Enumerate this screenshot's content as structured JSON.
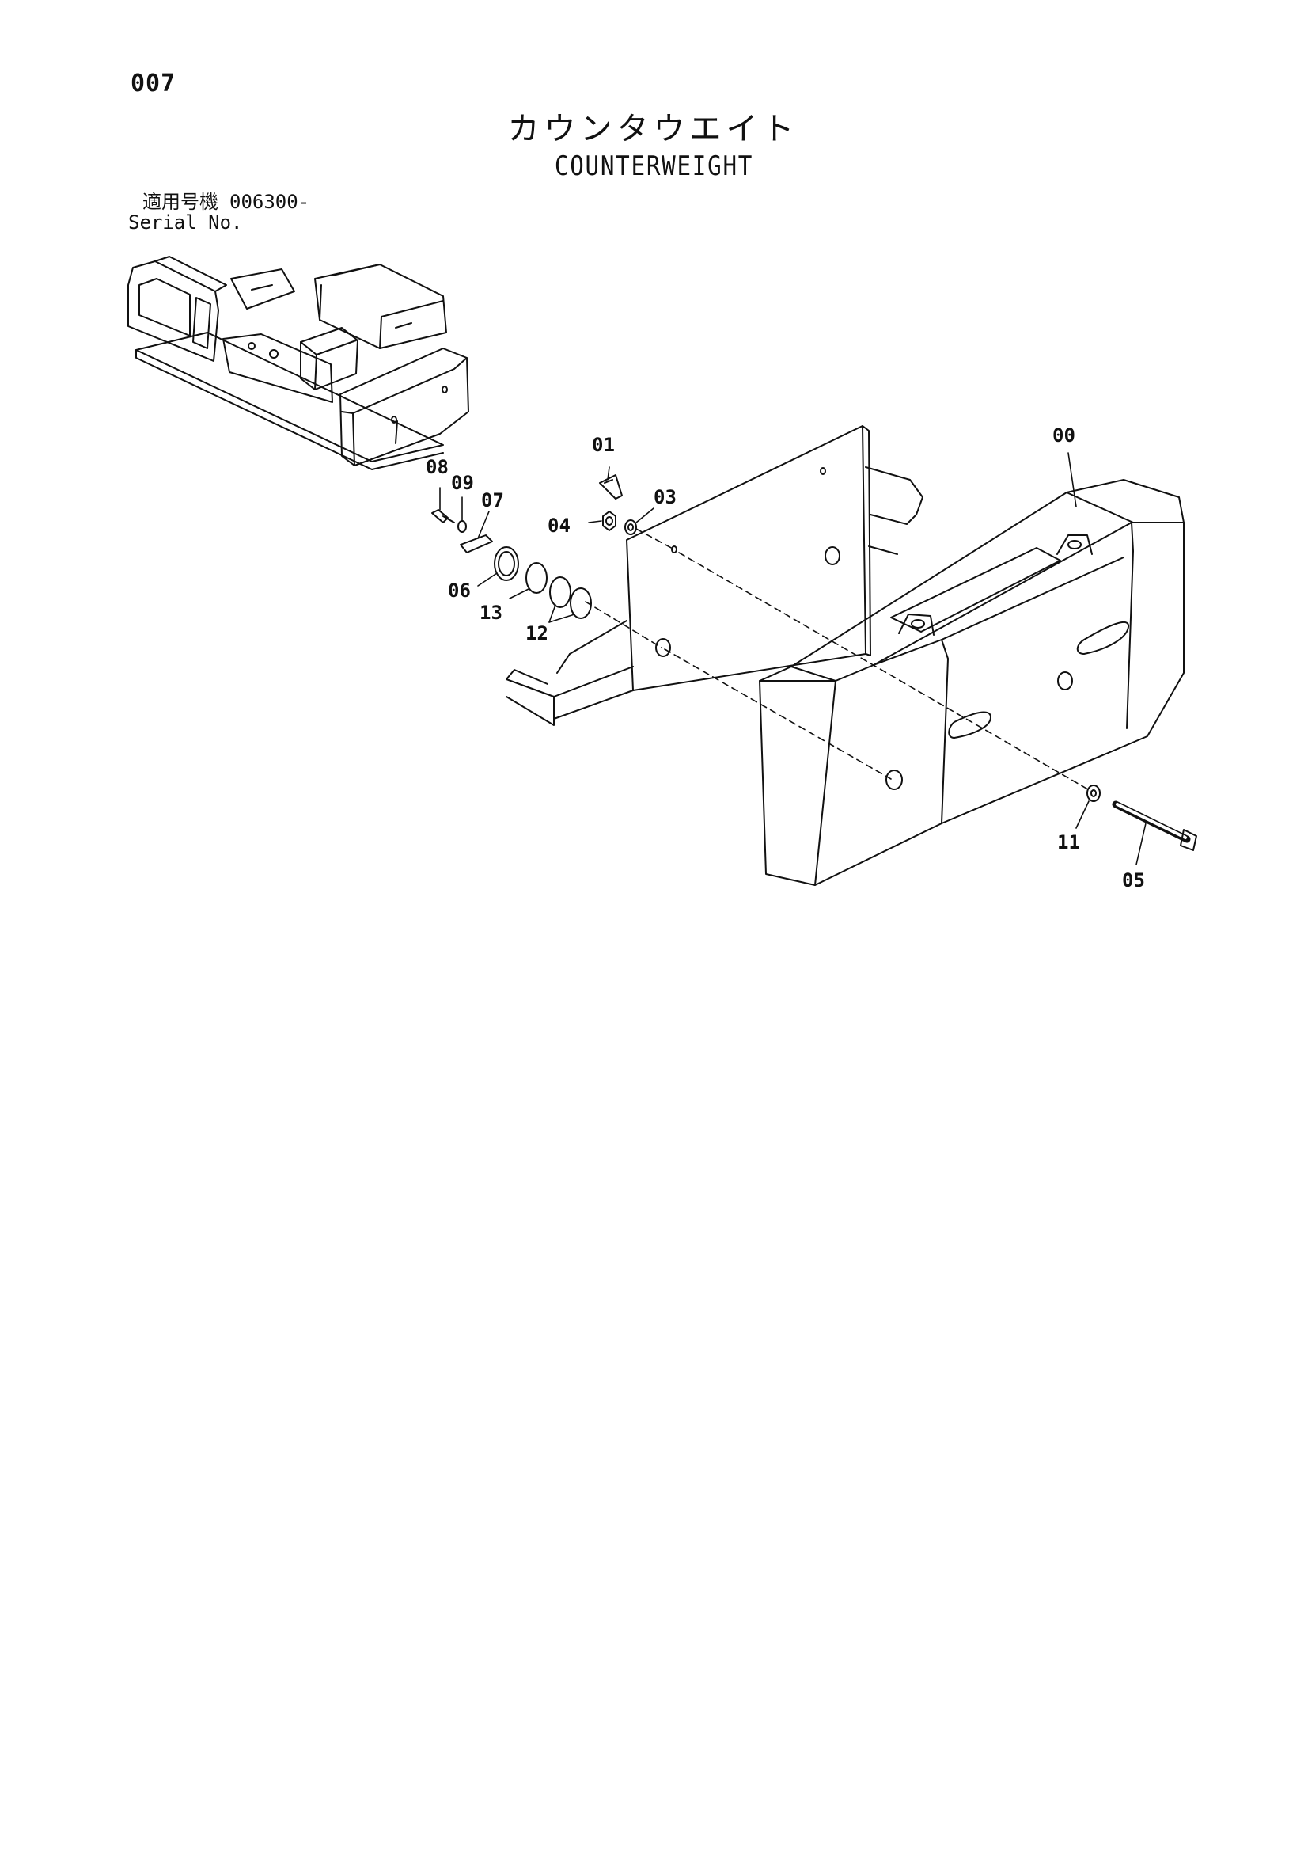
{
  "page_number": "007",
  "title_jp": "カウンタウエイト",
  "title_en": "COUNTERWEIGHT",
  "serial": {
    "label_jp": "適用号機",
    "label_en": "Serial No.",
    "value": "006300-"
  },
  "callouts": [
    "00",
    "01",
    "03",
    "04",
    "05",
    "06",
    "07",
    "08",
    "09",
    "11",
    "12",
    "13"
  ],
  "colors": {
    "line": "#111111",
    "paper": "#ffffff"
  }
}
